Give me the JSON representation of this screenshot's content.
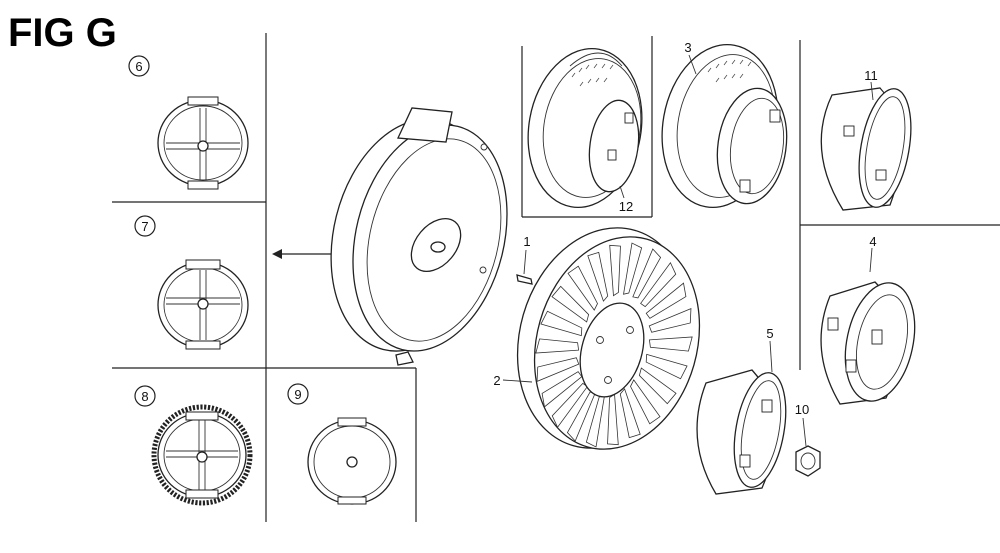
{
  "title": "FIG G",
  "callouts": [
    "1",
    "2",
    "3",
    "4",
    "5",
    "6",
    "7",
    "8",
    "9",
    "10",
    "11",
    "12"
  ]
}
